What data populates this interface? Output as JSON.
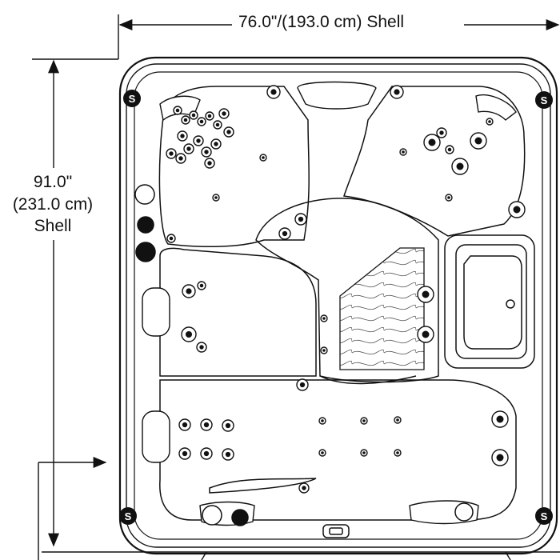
{
  "dimensions": {
    "width": "76.0\"/(193.0 cm) Shell",
    "height_lines": [
      "91.0\"",
      "(231.0 cm)",
      "Shell"
    ]
  },
  "markers": {
    "seat_marker": "S"
  },
  "colors": {
    "line": "#111111",
    "fill": "#ffffff",
    "shade": "#e6e6e6"
  }
}
